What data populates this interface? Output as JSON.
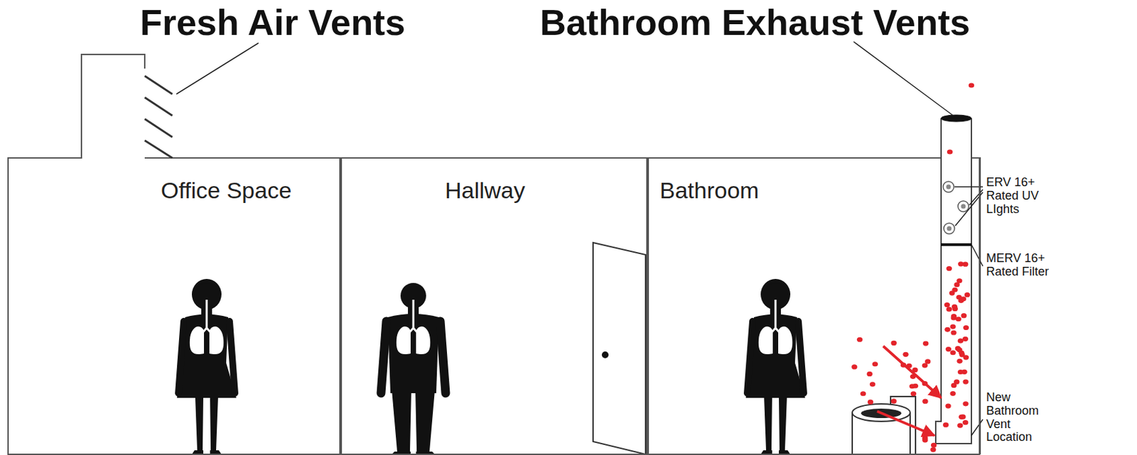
{
  "diagram": {
    "nodes": [
      {
        "text": [
          "Office Space"
        ]
      },
      {
        "text": [
          "Hallway"
        ]
      },
      {
        "text": [
          "Bathroom"
        ]
      }
    ],
    "labels": [
      "Fresh Air Vents",
      "Bathroom Exhaust Vents",
      "ERV 16+ Rated UV LIghts",
      "MERV 16+ Rated Filter",
      "New Bathroom Vent Location"
    ]
  }
}
